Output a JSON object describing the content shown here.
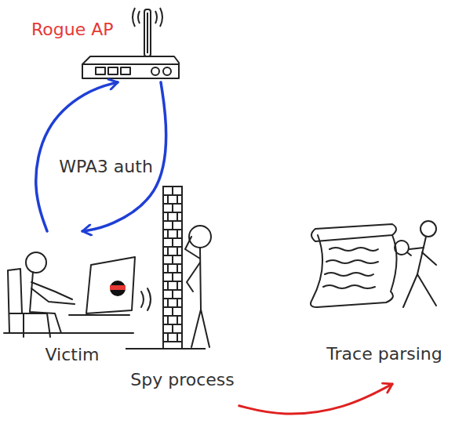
{
  "diagram": {
    "nodes": [
      {
        "text": [
          "Rogue AP"
        ]
      },
      {
        "text": [
          "Victim"
        ]
      },
      {
        "text": [
          "Spy process"
        ]
      },
      {
        "text": [
          "Trace parsing"
        ]
      }
    ],
    "edges": [
      {
        "from": 1,
        "to": 0,
        "arrow": "to"
      },
      {
        "from": 0,
        "to": 1,
        "arrow": "to"
      },
      {
        "from": 2,
        "to": 3,
        "arrow": "to"
      }
    ],
    "labels": [
      "WPA3 auth"
    ]
  }
}
